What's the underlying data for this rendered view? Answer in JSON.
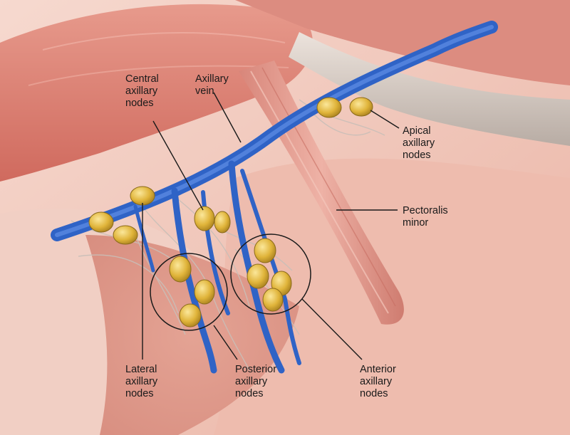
{
  "labels": {
    "central": "Central\naxillary\nnodes",
    "vein": "Axillary\nvein",
    "apical": "Apical\naxillary\nnodes",
    "pectoralis": "Pectoralis\nminor",
    "lateral": "Lateral\naxillary\nnodes",
    "posterior": "Posterior\naxillary\nnodes",
    "anterior": "Anterior\naxillary\nnodes"
  },
  "colors": {
    "skin": "#f3c9bc",
    "muscle": "#d9776b",
    "vein": "#2f63c6",
    "node": "#e0b43a",
    "nerve": "#bdb3ac"
  }
}
